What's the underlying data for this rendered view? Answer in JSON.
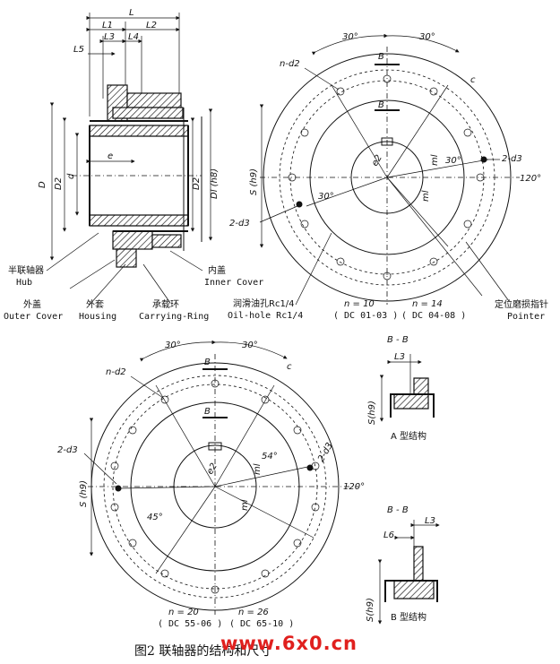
{
  "caption": "图2 联轴器的结构和尺寸",
  "watermark": "www.6x0.cn",
  "side_view": {
    "dims": {
      "L": "L",
      "L1": "L1",
      "L2": "L2",
      "L3": "L3",
      "L4": "L4",
      "L5": "L5",
      "D": "D",
      "D2_left": "D2",
      "d": "d",
      "e": "e",
      "D2_right": "D2",
      "D1": "Dl (h8)"
    },
    "parts": {
      "hub_cn": "半联轴器",
      "hub_en": "Hub",
      "outer_cover_cn": "外盖",
      "outer_cover_en": "Outer Cover",
      "housing_cn": "外套",
      "housing_en": "Housing",
      "ring_cn": "承载环",
      "ring_en": "Carrying-Ring",
      "inner_cover_cn": "内盖",
      "inner_cover_en": "Inner Cover"
    }
  },
  "front_view_top": {
    "angle_left": "30°",
    "angle_right": "30°",
    "angle_120": "120°",
    "angle_30": "30°",
    "angle_30b": "30°",
    "section_top": "B",
    "section_mid": "B",
    "n_d2": "n-d2",
    "d3_left": "2-d3",
    "d3_right": "2-d3",
    "S": "S (h9)",
    "e2": "e2",
    "c": "c",
    "m": "ml",
    "m2": "ml",
    "oil_cn": "润滑油孔Rc1/4",
    "oil_en": "Oil-hole Rc1/4",
    "n10": "n = 10",
    "n10_range": "( DC 01-03 )",
    "n14": "n = 14",
    "n14_range": "( DC 04-08 )",
    "pointer_cn": "定位磨损指针",
    "pointer_en": "Pointer"
  },
  "front_view_bottom": {
    "angle_left": "30°",
    "angle_right": "30°",
    "angle_120": "120°",
    "angle_54": "54°",
    "angle_45": "45°",
    "section_top": "B",
    "section_mid": "B",
    "n_d2": "n-d2",
    "d3_left": "2-d3",
    "d3_right": "2-d3",
    "S": "S (h9)",
    "e2": "e2",
    "c": "c",
    "m": "ml",
    "m2": "ml",
    "n20": "n = 20",
    "n20_range": "( DC 55-06 )",
    "n26": "n = 26",
    "n26_range": "( DC 65-10 )"
  },
  "section_a": {
    "title": "B - B",
    "dim": "L3",
    "S": "S(h9)",
    "label": "A 型结构"
  },
  "section_b": {
    "title": "B - B",
    "dim_left": "L6",
    "dim_right": "L3",
    "S": "S(h9)",
    "label": "B 型结构"
  }
}
